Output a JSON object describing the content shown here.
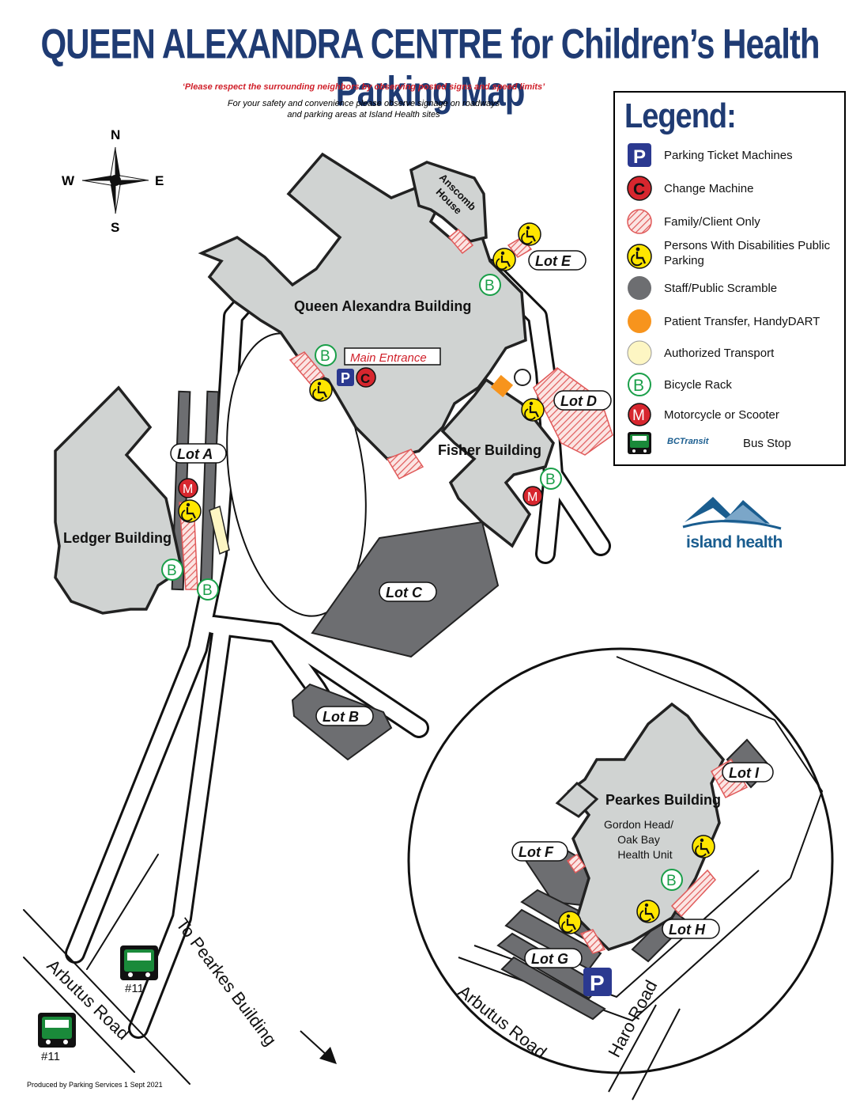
{
  "title": "QUEEN ALEXANDRA CENTRE for Children’s Health Parking Map",
  "notice_red": "‘Please respect the surrounding neighbors by observing posted signs and speed limits’",
  "notice_black_1": "For your safety and convenience please observe signage on roadways",
  "notice_black_2": "and parking areas at Island Health sites",
  "compass": {
    "n": "N",
    "s": "S",
    "e": "E",
    "w": "W"
  },
  "buildings": {
    "queen_alexandra": "Queen Alexandra Building",
    "anscomb_1": "Anscomb",
    "anscomb_2": "House",
    "fisher": "Fisher Building",
    "ledger": "Ledger Building",
    "pearkes": "Pearkes Building",
    "unit_1": "Gordon Head/",
    "unit_2": "Oak Bay",
    "unit_3": "Health Unit"
  },
  "main_entrance": "Main Entrance",
  "lots": {
    "a": "Lot A",
    "b": "Lot B",
    "c": "Lot C",
    "d": "Lot D",
    "e": "Lot E",
    "f": "Lot F",
    "g": "Lot G",
    "h": "Lot H",
    "i": "Lot I"
  },
  "roads": {
    "arbutus_left": "Arbutus Road",
    "arbutus_right": "Arbutus Road",
    "haro": "Haro Road",
    "to_pearkes": "To Pearkes Building"
  },
  "bus_routes": [
    "#11",
    "#11"
  ],
  "symbols": {
    "p": "P",
    "c": "C",
    "b": "B",
    "m": "M"
  },
  "legend": {
    "title": "Legend:",
    "items": [
      {
        "icon": "parking-ticket-icon",
        "label": "Parking Ticket Machines"
      },
      {
        "icon": "change-machine-icon",
        "label": "Change Machine"
      },
      {
        "icon": "hatched-icon",
        "label": "Family/Client Only"
      },
      {
        "icon": "wheelchair-icon",
        "label": "Persons With Disabilities Public Parking"
      },
      {
        "icon": "staff-scramble-icon",
        "label": "Staff/Public Scramble"
      },
      {
        "icon": "patient-transfer-icon",
        "label": "Patient Transfer, HandyDART"
      },
      {
        "icon": "authorized-transport-icon",
        "label": "Authorized Transport"
      },
      {
        "icon": "bicycle-rack-icon",
        "label": "Bicycle Rack"
      },
      {
        "icon": "motorcycle-icon",
        "label": "Motorcycle or Scooter"
      },
      {
        "icon": "bus-stop-icon",
        "label": "Bus Stop",
        "brand": "BCTransit"
      }
    ]
  },
  "brand": "island health",
  "produced_by": "Produced by Parking Services 1 Sept 2021",
  "colors": {
    "title": "#1f3b73",
    "building": "#d0d3d2",
    "lot": "#6d6e71",
    "road": "#ffffff",
    "parking": "#2b3990",
    "change": "#d7262e",
    "accessible": "#ffe600",
    "bicycle": "#1a9f49",
    "motorcycle": "#d7262e",
    "transfer": "#f7941d",
    "authorized": "#fdf6c3",
    "bus": "#1a8a3a",
    "hatch": "#e05a5a"
  }
}
